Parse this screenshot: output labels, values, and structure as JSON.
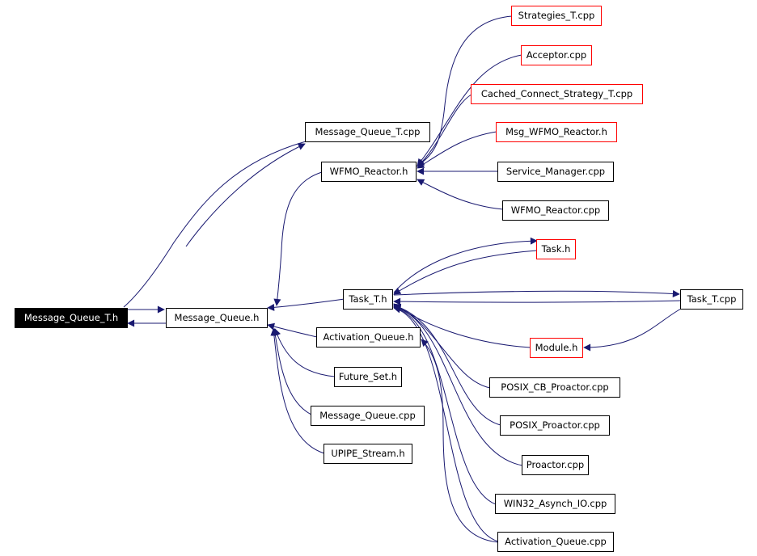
{
  "colors": {
    "edge": "#191970",
    "node_border": "#000000",
    "link_border": "#ff0000",
    "root_fill": "#000000"
  },
  "nodes": {
    "message_queue_t_h": "Message_Queue_T.h",
    "message_queue_h": "Message_Queue.h",
    "message_queue_t_cpp": "Message_Queue_T.cpp",
    "wfmo_reactor_h": "WFMO_Reactor.h",
    "strategies_t_cpp": "Strategies_T.cpp",
    "acceptor_cpp": "Acceptor.cpp",
    "cached_connect_strategy_t_cpp": "Cached_Connect_Strategy_T.cpp",
    "msg_wfmo_reactor_h": "Msg_WFMO_Reactor.h",
    "service_manager_cpp": "Service_Manager.cpp",
    "wfmo_reactor_cpp": "WFMO_Reactor.cpp",
    "task_t_h": "Task_T.h",
    "task_h": "Task.h",
    "task_t_cpp": "Task_T.cpp",
    "activation_queue_h": "Activation_Queue.h",
    "module_h": "Module.h",
    "future_set_h": "Future_Set.h",
    "message_queue_cpp": "Message_Queue.cpp",
    "upipe_stream_h": "UPIPE_Stream.h",
    "posix_cb_proactor_cpp": "POSIX_CB_Proactor.cpp",
    "posix_proactor_cpp": "POSIX_Proactor.cpp",
    "proactor_cpp": "Proactor.cpp",
    "win32_asynch_io_cpp": "WIN32_Asynch_IO.cpp",
    "activation_queue_cpp": "Activation_Queue.cpp"
  }
}
